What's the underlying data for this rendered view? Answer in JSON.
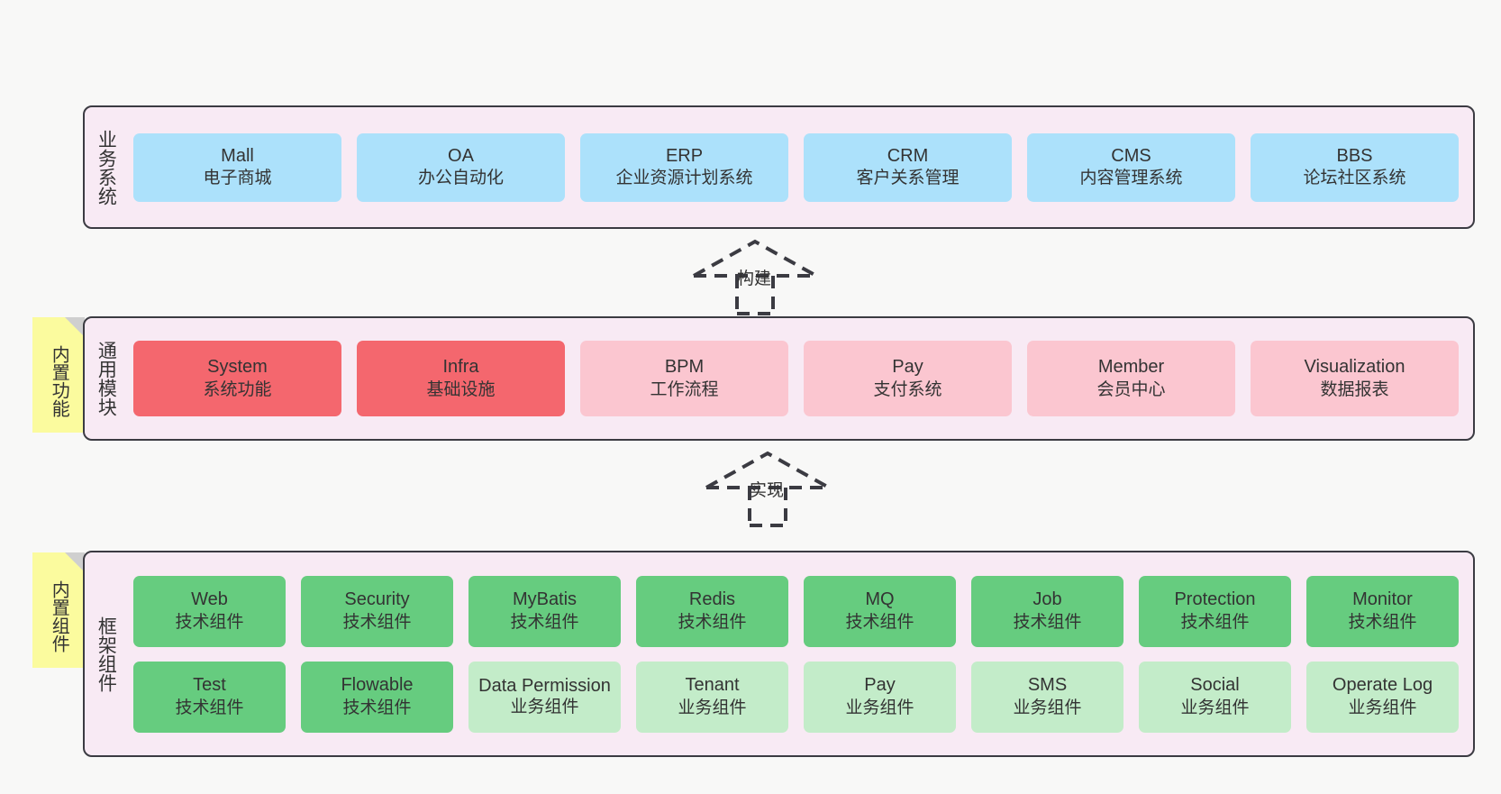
{
  "theme": {
    "page_background": "#f8f8f7",
    "panel_background": "#f8eaf4",
    "panel_border": "#3b3b42",
    "sticky_background": "#fbfb9e",
    "sticky_fold": "#cfcfcf",
    "color_blue": "#ace1fb",
    "color_red": "#f4676e",
    "color_pink": "#fbc6d0",
    "color_green": "#66cc7f",
    "color_light_green": "#c3ecc9",
    "text_color": "#333333"
  },
  "layers": [
    {
      "id": "business-systems",
      "label": "业务系统",
      "rows": [
        [
          {
            "title": "Mall",
            "sub": "电子商城",
            "color": "blue"
          },
          {
            "title": "OA",
            "sub": "办公自动化",
            "color": "blue"
          },
          {
            "title": "ERP",
            "sub": "企业资源计划系统",
            "color": "blue"
          },
          {
            "title": "CRM",
            "sub": "客户关系管理",
            "color": "blue"
          },
          {
            "title": "CMS",
            "sub": "内容管理系统",
            "color": "blue"
          },
          {
            "title": "BBS",
            "sub": "论坛社区系统",
            "color": "blue"
          }
        ]
      ]
    },
    {
      "id": "common-modules",
      "label": "通用模块",
      "sticky": "内置功能",
      "rows": [
        [
          {
            "title": "System",
            "sub": "系统功能",
            "color": "red"
          },
          {
            "title": "Infra",
            "sub": "基础设施",
            "color": "red"
          },
          {
            "title": "BPM",
            "sub": "工作流程",
            "color": "pink"
          },
          {
            "title": "Pay",
            "sub": "支付系统",
            "color": "pink"
          },
          {
            "title": "Member",
            "sub": "会员中心",
            "color": "pink"
          },
          {
            "title": "Visualization",
            "sub": "数据报表",
            "color": "pink"
          }
        ]
      ]
    },
    {
      "id": "framework-components",
      "label": "框架组件",
      "sticky": "内置组件",
      "rows": [
        [
          {
            "title": "Web",
            "sub": "技术组件",
            "color": "green"
          },
          {
            "title": "Security",
            "sub": "技术组件",
            "color": "green"
          },
          {
            "title": "MyBatis",
            "sub": "技术组件",
            "color": "green"
          },
          {
            "title": "Redis",
            "sub": "技术组件",
            "color": "green"
          },
          {
            "title": "MQ",
            "sub": "技术组件",
            "color": "green"
          },
          {
            "title": "Job",
            "sub": "技术组件",
            "color": "green"
          },
          {
            "title": "Protection",
            "sub": "技术组件",
            "color": "green"
          },
          {
            "title": "Monitor",
            "sub": "技术组件",
            "color": "green"
          }
        ],
        [
          {
            "title": "Test",
            "sub": "技术组件",
            "color": "green"
          },
          {
            "title": "Flowable",
            "sub": "技术组件",
            "color": "green"
          },
          {
            "title": "Data Permission",
            "sub": "业务组件",
            "color": "lightgreen",
            "wrap": true
          },
          {
            "title": "Tenant",
            "sub": "业务组件",
            "color": "lightgreen"
          },
          {
            "title": "Pay",
            "sub": "业务组件",
            "color": "lightgreen"
          },
          {
            "title": "SMS",
            "sub": "业务组件",
            "color": "lightgreen"
          },
          {
            "title": "Social",
            "sub": "业务组件",
            "color": "lightgreen"
          },
          {
            "title": "Operate Log",
            "sub": "业务组件",
            "color": "lightgreen"
          }
        ]
      ]
    }
  ],
  "connectors": [
    {
      "id": "build",
      "label": "构建",
      "from": "common-modules",
      "to": "business-systems"
    },
    {
      "id": "implement",
      "label": "实现",
      "from": "framework-components",
      "to": "common-modules"
    }
  ]
}
